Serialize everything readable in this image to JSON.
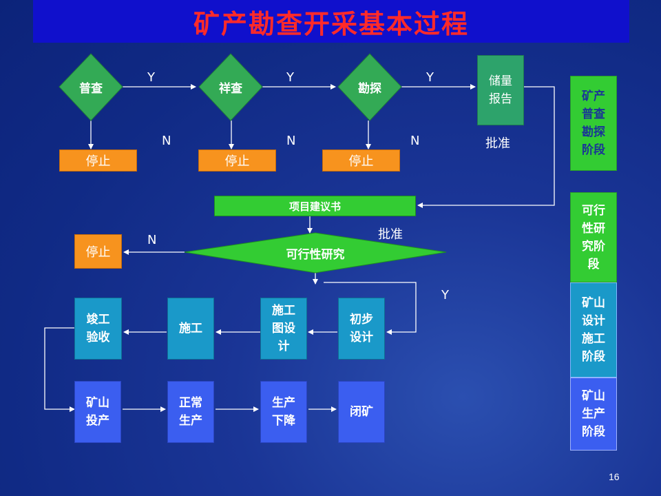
{
  "title": "矿产勘查开采基本过程",
  "page_number": "16",
  "colors": {
    "background": "#102a85",
    "title_bar": "#1010cc",
    "title_text": "#ff2a2a",
    "diamond_green": "#33aa55",
    "stop_orange": "#f7931e",
    "teal_box": "#1a99c9",
    "blue_box": "#3b5ef0",
    "stage_green": "#33cc33"
  },
  "exploration": {
    "decisions": [
      "普查",
      "祥查",
      "勘探"
    ],
    "yes_label": "Y",
    "no_label": "N",
    "stop_label": "停止",
    "report": "储量\n报告",
    "approve": "批准"
  },
  "feasibility": {
    "proposal": "项目建议书",
    "approve": "批准",
    "study": "可行性研究",
    "no_label": "N",
    "yes_label": "Y",
    "stop_label": "停止"
  },
  "design_row": {
    "preliminary": "初步\n设计",
    "construction_drawing": "施工\n图设\n计",
    "construction": "施工",
    "acceptance": "竣工\n验收"
  },
  "production_row": {
    "commissioning": "矿山\n投产",
    "normal": "正常\n生产",
    "decline": "生产\n下降",
    "closure": "闭矿"
  },
  "stages": [
    "矿产\n普查\n勘探\n阶段",
    "可行\n性研\n究阶\n段",
    "矿山\n设计\n施工\n阶段",
    "矿山\n生产\n阶段"
  ]
}
